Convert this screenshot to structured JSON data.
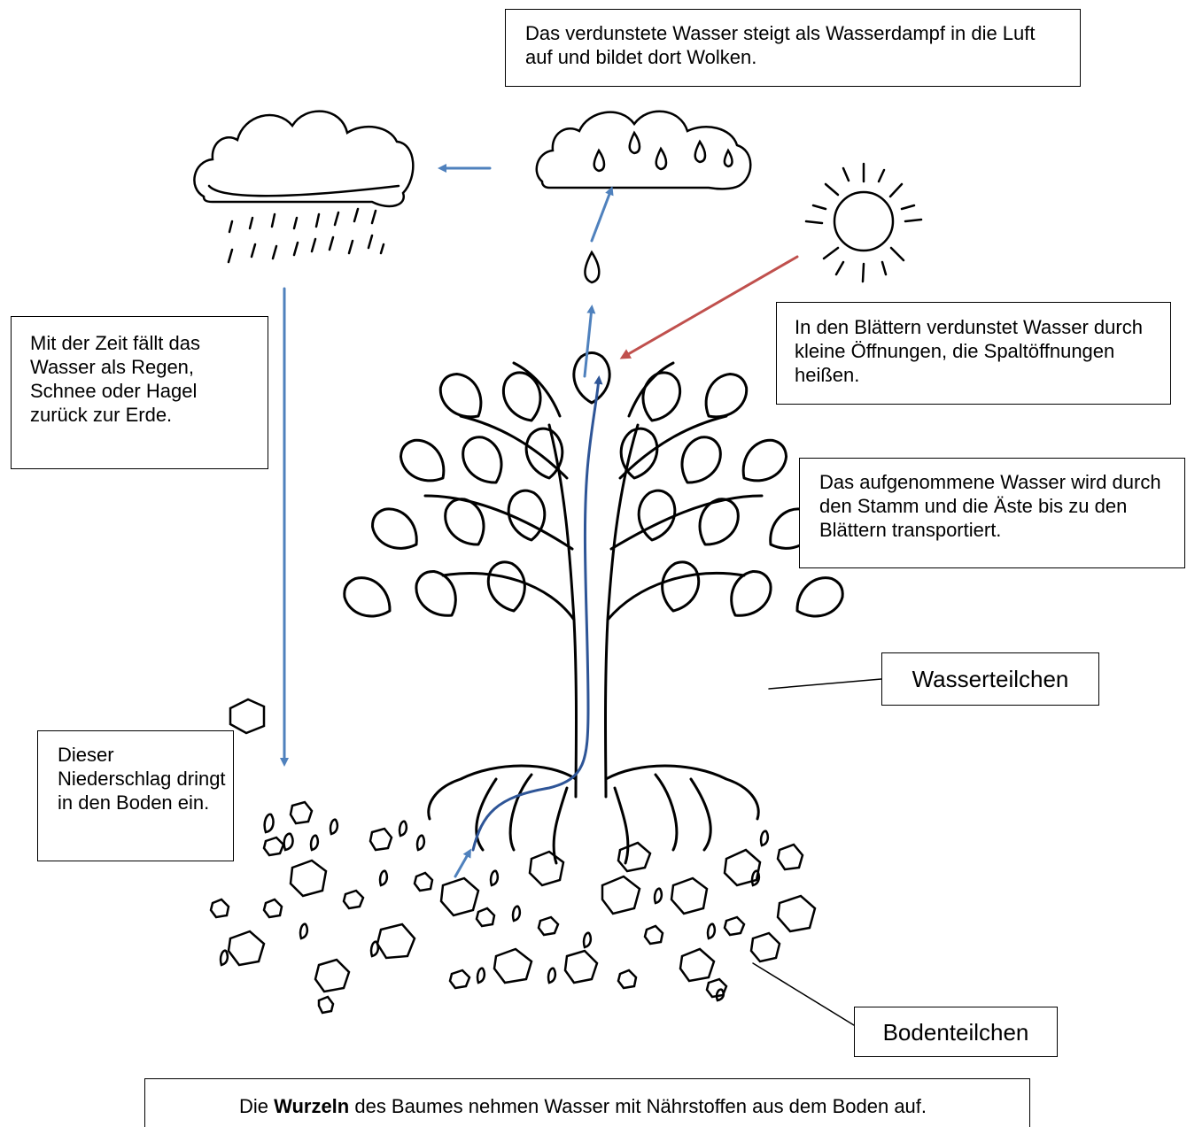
{
  "labels": {
    "evaporation": "Das verdunstete Wasser steigt als Wasserdampf in die Luft auf und bildet dort Wolken.",
    "precipitation": "Mit der Zeit fällt das Wasser als Regen, Schnee oder Hagel zurück zur Erde.",
    "transpiration": "In den Blättern verdunstet Wasser durch kleine Öffnungen, die Spaltöffnungen heißen.",
    "transport": "Das aufgenommene Wasser wird durch den Stamm und die Äste bis zu den Blättern transportiert.",
    "infiltration": "Dieser Niederschlag dringt in den Boden ein.",
    "water_particles": "Wasserteilchen",
    "soil_particles": "Bodenteilchen",
    "roots_prefix": "Die ",
    "roots_bold": "Wurzeln",
    "roots_suffix": " des Baumes nehmen Wasser mit Nährstoffen aus dem Boden auf."
  },
  "colors": {
    "flow_arrow": "#4f81bd",
    "xylem_line": "#2e5597",
    "sun_arrow": "#c0504d",
    "outline": "#000000"
  }
}
